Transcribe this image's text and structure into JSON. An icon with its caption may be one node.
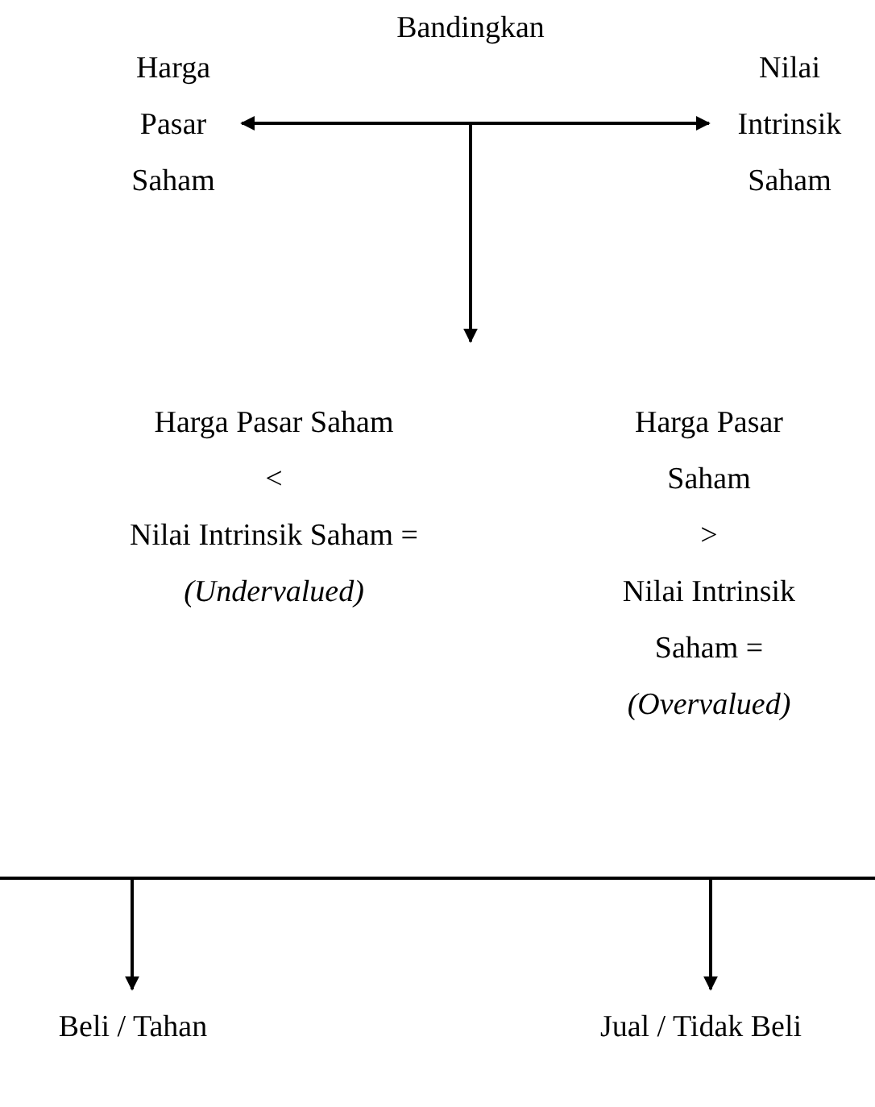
{
  "diagram": {
    "nodes": [
      {
        "text": [
          "Bandingkan"
        ]
      },
      {
        "text": [
          "Harga Pasar Saham"
        ]
      },
      {
        "text": [
          "Nilai Intrinsik Saham"
        ]
      },
      {
        "text": [
          "Harga Pasar Saham",
          "<",
          "Nilai Intrinsik Saham =",
          "(Undervalued)"
        ]
      },
      {
        "text": [
          "Harga Pasar Saham",
          ">",
          "Nilai Intrinsik Saham =",
          "(Overvalued)"
        ]
      },
      {
        "text": [
          "Beli / Tahan"
        ]
      },
      {
        "text": [
          "Jual / Tidak Beli"
        ]
      }
    ],
    "edges": [
      {
        "from": 1,
        "to": 2,
        "arrow": "both"
      },
      {
        "from": 0,
        "to": null,
        "arrow": "to"
      },
      {
        "from": null,
        "to": 5,
        "arrow": "to"
      },
      {
        "from": null,
        "to": 6,
        "arrow": "to"
      }
    ]
  }
}
